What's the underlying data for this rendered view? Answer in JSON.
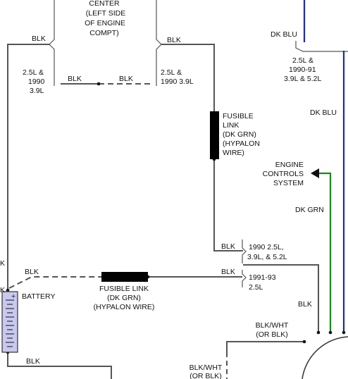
{
  "colors": {
    "wire": "#555555",
    "ink": "#111111",
    "dk_blu": "#1a2bb0",
    "dk_grn": "#1a8a1a",
    "fusible_link": "#000000",
    "battery_fill": "#c8c8f0"
  },
  "labels": {
    "center_line1": "CENTER",
    "center_line2": "(LEFT SIDE",
    "center_line3": "OF ENGINE",
    "center_line4": "COMPT)",
    "blk_top_left": "BLK",
    "blk_top_right": "BLK",
    "engine_left_1": "2.5L &",
    "engine_left_2": "1990",
    "engine_left_3": "3.9L",
    "blk_mid_left": "BLK",
    "blk_mid_right": "BLK",
    "engine_right_1": "2.5L &",
    "engine_right_2": "1990 3.9L",
    "fusible_top_1": "FUSIBLE",
    "fusible_top_2": "LINK",
    "fusible_top_3": "(DK GRN)",
    "fusible_top_4": "(HYPALON",
    "fusible_top_5": "WIRE)",
    "dk_blu_1": "DK BLU",
    "right_engine_1": "2.5L &",
    "right_engine_2": "1990-91",
    "right_engine_3": "3.9L & 5.2L",
    "dk_blu_2": "DK BLU",
    "ecs_1": "ENGINE",
    "ecs_2": "CONTROLS",
    "ecs_3": "SYSTEM",
    "dk_grn": "DK GRN",
    "blk_junction": "BLK",
    "year_1990_1": "1990 2.5L,",
    "year_1990_2": "3.9L, & 5.2L",
    "blk_battery_left": "BLK",
    "blk_fusible_right": "BLK",
    "year_1991_1": "1991-93",
    "year_1991_2": "2.5L",
    "k_fragment_1": "K",
    "k_fragment_2": "K",
    "battery": "BATTERY",
    "fusible_bot_1": "FUSIBLE LINK",
    "fusible_bot_2": "(DK GRN)",
    "fusible_bot_3": "(HYPALON WIRE)",
    "blk_right_vertical": "BLK",
    "blkwht_1": "BLK/WHT",
    "blkwht_1b": "(OR BLK)",
    "blk_bottom": "BLK",
    "blkwht_2": "BLK/WHT",
    "blkwht_2b": "(OR BLK)",
    "plus_sign": "+"
  },
  "icons": {
    "battery": "battery-icon",
    "arrow": "arrow-left-icon",
    "fusible_link": "fusible-link-icon",
    "splice": "splice-dot-icon"
  }
}
